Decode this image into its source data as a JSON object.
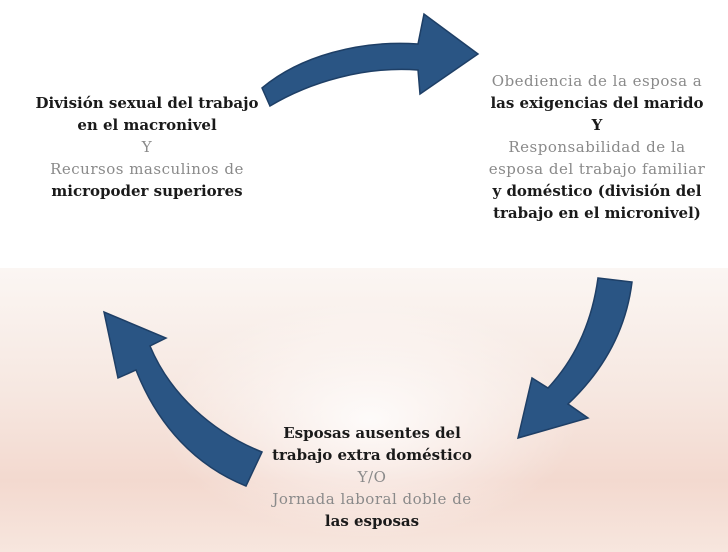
{
  "nodes": {
    "left": {
      "lines": [
        {
          "text": "División sexual del trabajo",
          "style": "b"
        },
        {
          "text": "en el macronivel",
          "style": "b"
        },
        {
          "text": "Y",
          "style": "t"
        },
        {
          "text": "Recursos masculinos de",
          "style": "t"
        },
        {
          "text": "micropoder superiores",
          "style": "b"
        }
      ]
    },
    "right": {
      "lines": [
        {
          "text": "Obediencia de la esposa a",
          "style": "t"
        },
        {
          "text": "las exigencias del marido",
          "style": "b"
        },
        {
          "text": "Y",
          "style": "b"
        },
        {
          "text": "Responsabilidad de la",
          "style": "t"
        },
        {
          "text": "esposa del trabajo familiar",
          "style": "t"
        },
        {
          "text": "y doméstico (división del",
          "style": "b"
        },
        {
          "text": "trabajo en el micronivel)",
          "style": "b"
        }
      ]
    },
    "bottom": {
      "lines": [
        {
          "text": "Esposas ausentes del",
          "style": "b"
        },
        {
          "text": "trabajo extra doméstico",
          "style": "b"
        },
        {
          "text": "Y/O",
          "style": "t"
        },
        {
          "text": "Jornada laboral doble de",
          "style": "t"
        },
        {
          "text": "las esposas",
          "style": "b"
        }
      ]
    }
  },
  "colors": {
    "arrow": "#2a5584",
    "arrow_edge": "#1e3f66",
    "text": "#1a1a1a",
    "faded_text": "#8a8a8a"
  }
}
